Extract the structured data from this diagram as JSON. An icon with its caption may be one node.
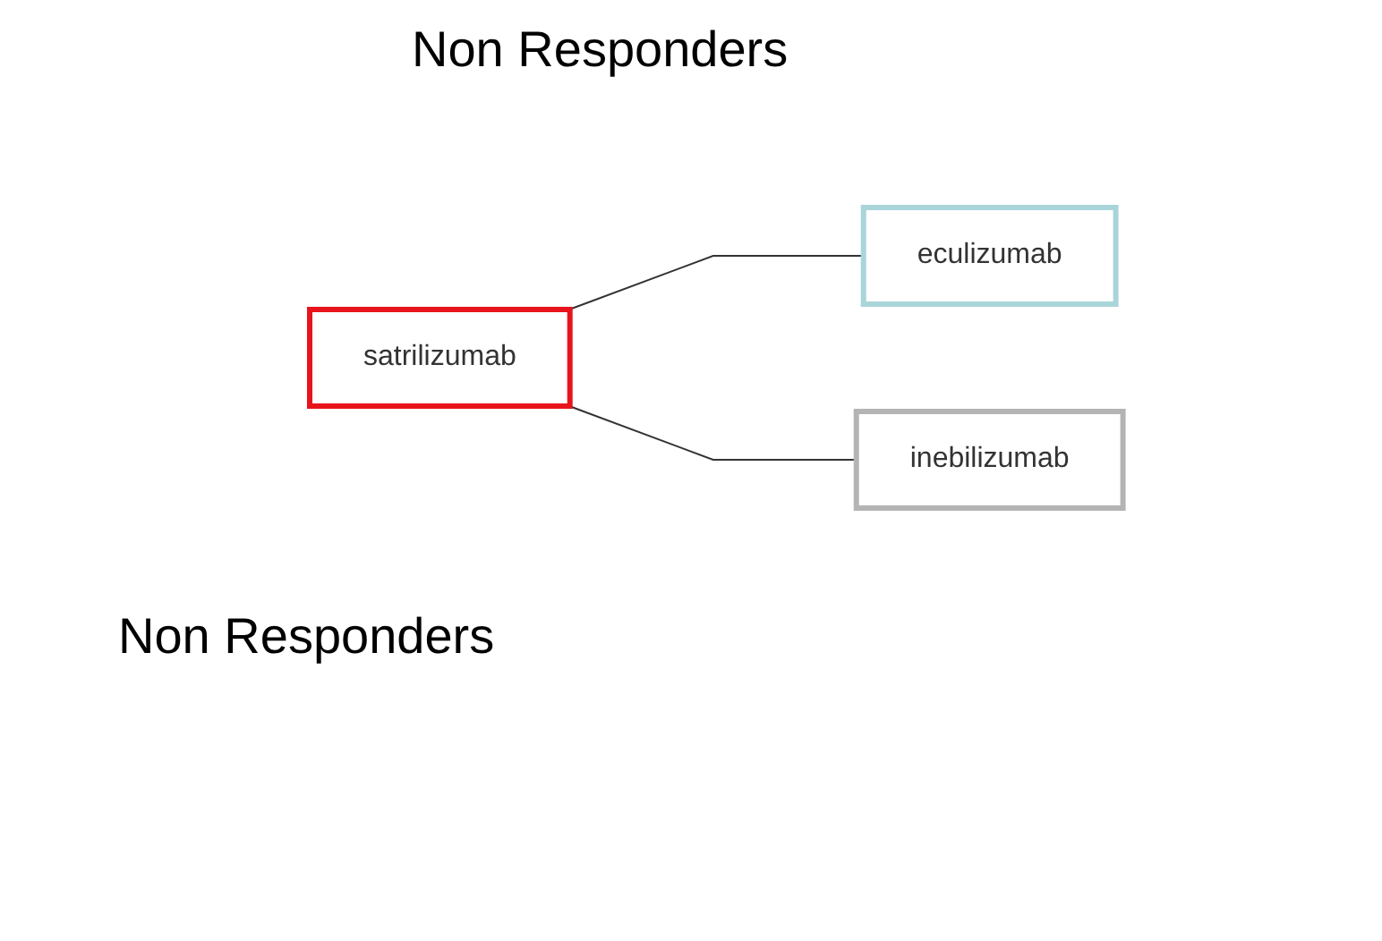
{
  "diagram": {
    "nodes": [
      {
        "text": [
          "satrilizumab"
        ]
      },
      {
        "text": [
          "eculizumab"
        ]
      },
      {
        "text": [
          "inebilizumab"
        ]
      }
    ],
    "edges": [
      {
        "from": 0,
        "to": 1,
        "arrow": "none"
      },
      {
        "from": 0,
        "to": 2,
        "arrow": "none"
      }
    ],
    "labels": [
      "Non Responders",
      "Non Responders"
    ]
  }
}
